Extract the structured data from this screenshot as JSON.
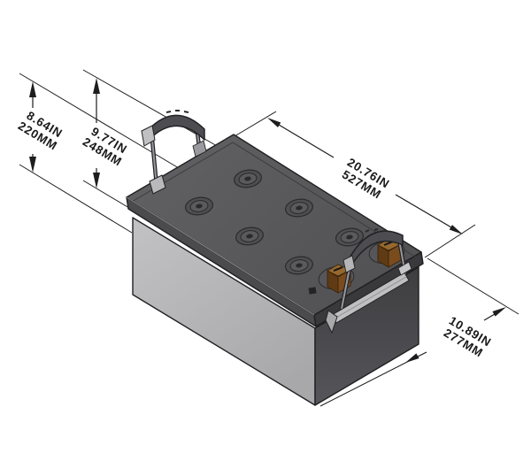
{
  "drawing": {
    "subject": "battery-isometric-dimension-drawing",
    "background": "#ffffff",
    "dims": {
      "case_height": {
        "in": "8.64IN",
        "mm": "220MM"
      },
      "total_height": {
        "in": "9.77IN",
        "mm": "248MM"
      },
      "length": {
        "in": "20.76IN",
        "mm": "527MM"
      },
      "width": {
        "in": "10.89IN",
        "mm": "277MM"
      }
    },
    "colors": {
      "front_face": "#b9b9bb",
      "right_face": "#47474a",
      "lid_top": "#59595c",
      "lid_bevel_front": "#4b4b4e",
      "lid_bevel_right": "#39393c",
      "terminal_copper": "#96682e",
      "handle_grip": "#4d4d51",
      "bracket_metal": "#bfbfc2",
      "dimension_line": "#1d1d1f"
    }
  }
}
